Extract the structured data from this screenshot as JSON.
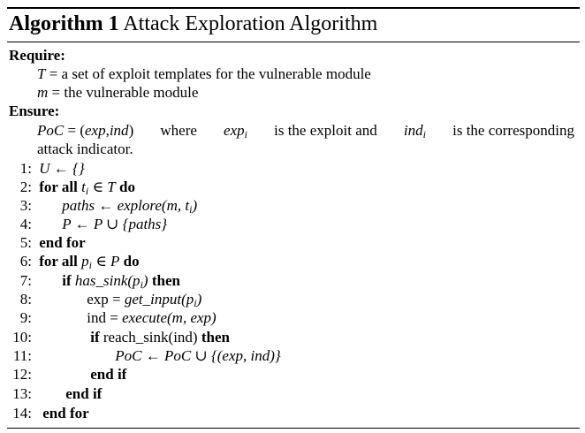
{
  "algorithm": {
    "label": "Algorithm 1",
    "title": "Attack Exploration Algorithm"
  },
  "require": {
    "keyword": "Require:",
    "items": [
      {
        "var": "T",
        "text": "= a set of exploit templates for the vulnerable module"
      },
      {
        "var": "m",
        "text": "= the vulnerable module"
      }
    ]
  },
  "ensure": {
    "keyword": "Ensure:",
    "poc_var": "PoC",
    "eq": "= (",
    "exp_var": "exp",
    "comma": ",",
    "ind_var": "ind",
    "close_paren": ")",
    "where": "where",
    "exp_i_var": "exp",
    "exp_i_sub": "i",
    "is_the_exploit_and": "is the exploit and",
    "ind_i_var": "ind",
    "ind_i_sub": "i",
    "is_the_corresponding": "is the corresponding",
    "continuation": "attack indicator."
  },
  "lines": [
    {
      "n": "1:",
      "text": "U ← {}"
    },
    {
      "n": "2:",
      "kw": "for all",
      "mid": "t",
      "sub": "i",
      "rest": "∈ T",
      "kw2": "do"
    },
    {
      "n": "3:",
      "text": "paths ← explore(m, t",
      "sub": "i",
      "tail": ")"
    },
    {
      "n": "4:",
      "text": "P ← P ∪ {paths}"
    },
    {
      "n": "5:",
      "kw": "end for"
    },
    {
      "n": "6:",
      "kw": "for all",
      "mid": "p",
      "sub": "i",
      "rest": "∈ P",
      "kw2": "do"
    },
    {
      "n": "7:",
      "kw": "if",
      "mid": "has_sink(p",
      "sub": "i",
      "rest": ")",
      "kw2": "then"
    },
    {
      "n": "8:",
      "pre": "exp =",
      "mid": "get_input(p",
      "sub": "i",
      "rest": ")"
    },
    {
      "n": "9:",
      "pre": "ind =",
      "mid": "execute(m, exp)"
    },
    {
      "n": "10:",
      "kw": "if",
      "pre": "reach_sink(ind)",
      "kw2": "then"
    },
    {
      "n": "11:",
      "text": "PoC ← PoC ∪ {(exp, ind)}"
    },
    {
      "n": "12:",
      "kw": "end if"
    },
    {
      "n": "13:",
      "kw": "end if"
    },
    {
      "n": "14:",
      "kw": "end for"
    }
  ]
}
